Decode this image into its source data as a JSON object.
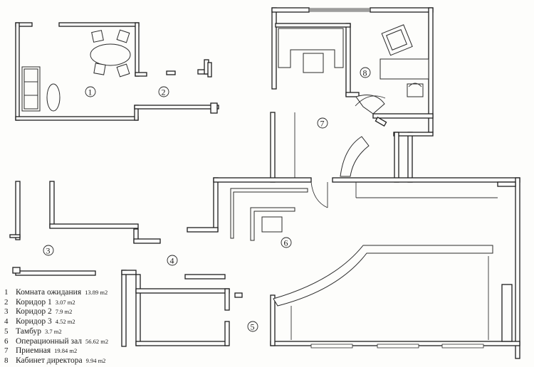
{
  "rooms": [
    {
      "number": "1",
      "name": "Комната ожидания",
      "area": "13.89 m2"
    },
    {
      "number": "2",
      "name": "Коридор 1",
      "area": "3.07 m2"
    },
    {
      "number": "3",
      "name": "Коридор 2",
      "area": "7.9 m2"
    },
    {
      "number": "4",
      "name": "Коридор 3",
      "area": "4.52 m2"
    },
    {
      "number": "5",
      "name": "Тамбур",
      "area": "3.7 m2"
    },
    {
      "number": "6",
      "name": "Операционный зал",
      "area": "56.62 m2"
    },
    {
      "number": "7",
      "name": "Приемная",
      "area": "19.84 m2"
    },
    {
      "number": "8",
      "name": "Кабинет директора",
      "area": "9.94 m2"
    }
  ]
}
